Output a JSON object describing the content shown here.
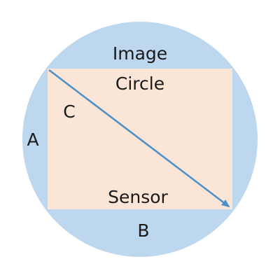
{
  "colors": {
    "image_circle_fill": "#bdd7ee",
    "sensor_fill": "#fbe5d6",
    "diagonal_arrow": "#4a90c9",
    "text": "#1a1a1a"
  },
  "labels": {
    "image_circle_line1": "Image",
    "image_circle_line2": "Circle",
    "sensor": "Sensor",
    "height": "A",
    "width": "B",
    "diagonal": "C"
  }
}
